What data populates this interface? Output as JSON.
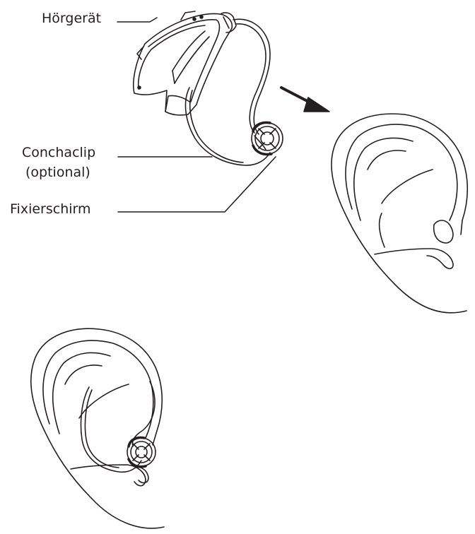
{
  "labels": {
    "hearing_aid": "Hörgerät",
    "concha_clip": "Conchaclip",
    "concha_clip_note": "(optional)",
    "fixing_dome": "Fixierschirm"
  },
  "colors": {
    "line": "#231f20",
    "background": "#ffffff"
  }
}
